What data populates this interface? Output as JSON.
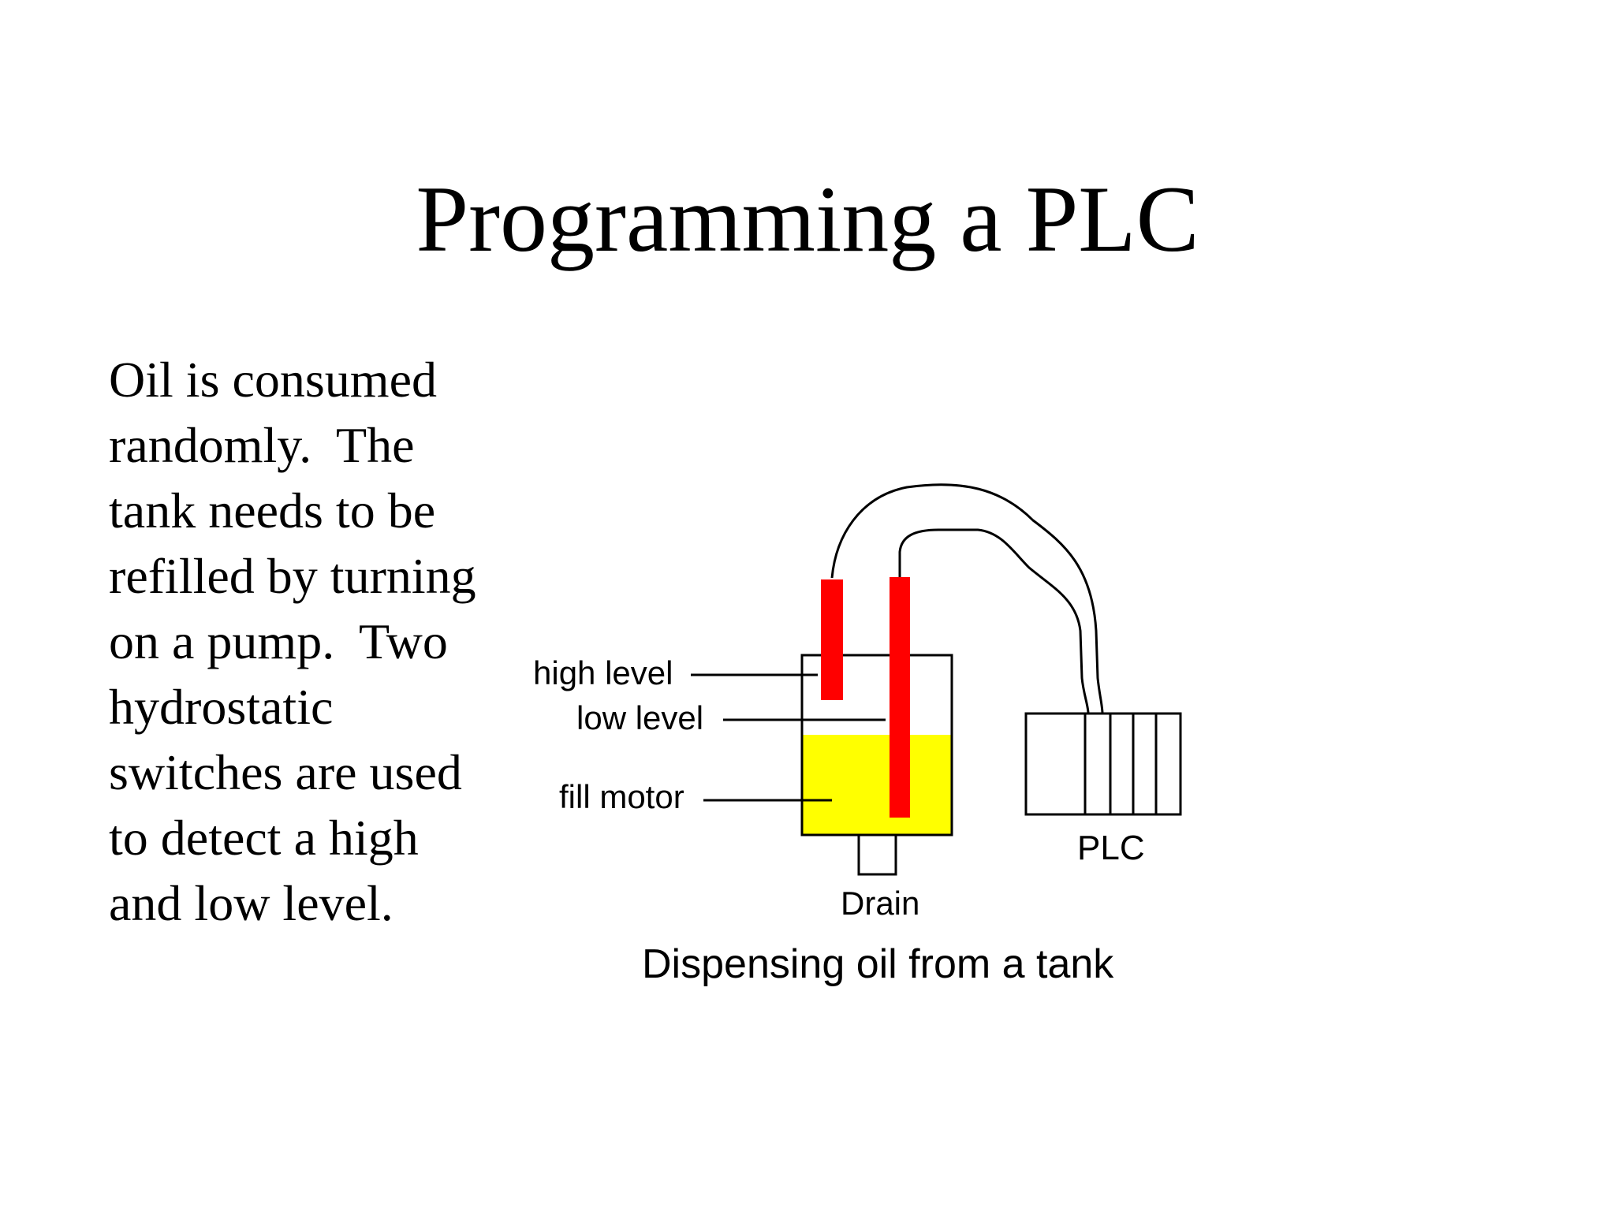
{
  "slide": {
    "title": "Programming a PLC",
    "body_lines": [
      "Oil is consumed",
      "randomly.  The",
      "tank needs to be",
      "refilled by turning",
      "on a pump.  Two",
      "hydrostatic",
      "switches are used",
      "to detect a high",
      "and low level."
    ]
  },
  "diagram": {
    "labels": {
      "high_level": "high level",
      "low_level": "low level",
      "fill_motor": "fill motor",
      "drain": "Drain",
      "plc": "PLC"
    },
    "caption": "Dispensing oil from a tank",
    "colors": {
      "oil": "#ffff00",
      "sensor": "#ff0000",
      "outline": "#000000"
    }
  }
}
